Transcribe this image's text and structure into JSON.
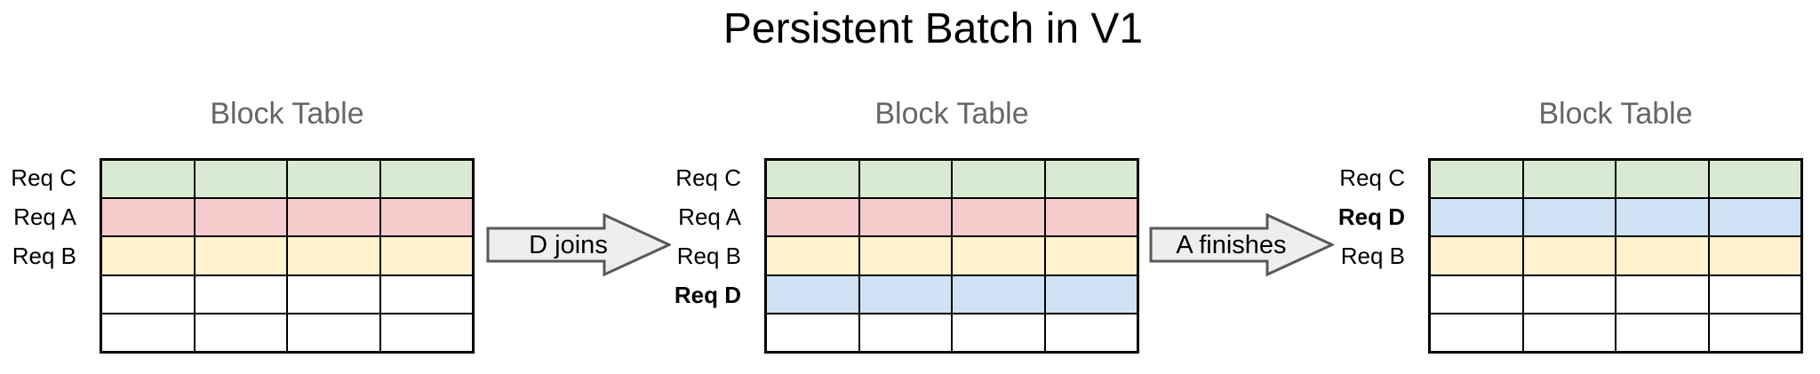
{
  "title": "Persistent Batch in V1",
  "palette": {
    "green": "#d9ead3",
    "red": "#f4cccc",
    "yellow": "#fff2cc",
    "blue": "#cfe2f3",
    "empty": "#ffffff",
    "heading_gray": "#666666",
    "arrow_fill": "#eeeeee",
    "arrow_border": "#595959",
    "grid_line": "#000000"
  },
  "tables": [
    {
      "heading": "Block Table",
      "columns": 4,
      "rows": [
        {
          "label": "Req C",
          "weight": "normal",
          "color": "#d9ead3"
        },
        {
          "label": "Req A",
          "weight": "normal",
          "color": "#f4cccc"
        },
        {
          "label": "Req B",
          "weight": "normal",
          "color": "#fff2cc"
        },
        {
          "label": "",
          "weight": "normal",
          "color": "#ffffff"
        },
        {
          "label": "",
          "weight": "normal",
          "color": "#ffffff"
        }
      ]
    },
    {
      "heading": "Block Table",
      "columns": 4,
      "rows": [
        {
          "label": "Req C",
          "weight": "normal",
          "color": "#d9ead3"
        },
        {
          "label": "Req A",
          "weight": "normal",
          "color": "#f4cccc"
        },
        {
          "label": "Req B",
          "weight": "normal",
          "color": "#fff2cc"
        },
        {
          "label": "Req D",
          "weight": "bold",
          "color": "#cfe2f3"
        },
        {
          "label": "",
          "weight": "normal",
          "color": "#ffffff"
        }
      ]
    },
    {
      "heading": "Block Table",
      "columns": 4,
      "rows": [
        {
          "label": "Req C",
          "weight": "normal",
          "color": "#d9ead3"
        },
        {
          "label": "Req D",
          "weight": "bold",
          "color": "#cfe2f3"
        },
        {
          "label": "Req B",
          "weight": "normal",
          "color": "#fff2cc"
        },
        {
          "label": "",
          "weight": "normal",
          "color": "#ffffff"
        },
        {
          "label": "",
          "weight": "normal",
          "color": "#ffffff"
        }
      ]
    }
  ],
  "arrows": [
    {
      "label": "D joins"
    },
    {
      "label": "A finishes"
    }
  ]
}
